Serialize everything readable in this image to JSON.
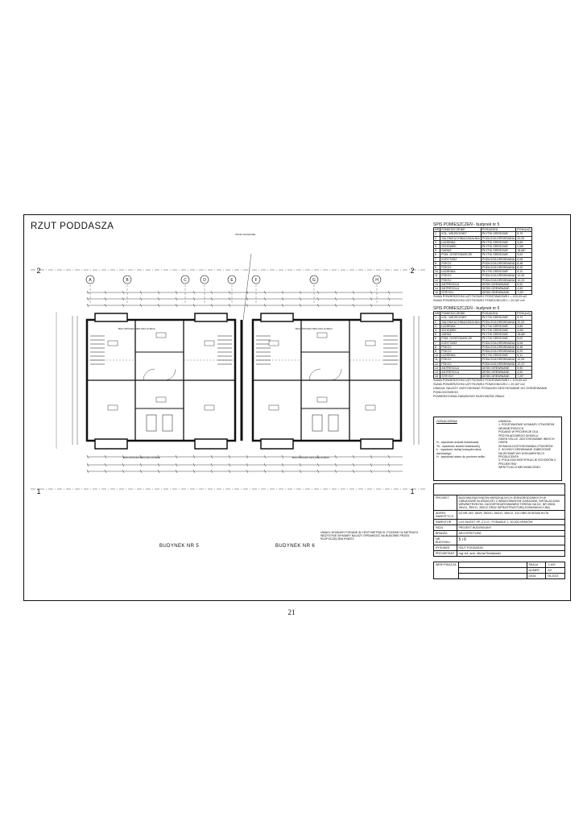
{
  "sheet": {
    "title": "RZUT PODDASZA",
    "page_number": "21"
  },
  "plan": {
    "axes_top": [
      "A",
      "B",
      "C",
      "D",
      "E",
      "F",
      "G",
      "H"
    ],
    "sections": [
      "2",
      "1"
    ],
    "balconies": [
      "BALUSTRADA SZKLANA H=90cm",
      "BALUSTRADA SZKLANA H=90cm",
      "BALUSTRADA SZKLANA H=90cm",
      "BALUSTRADA SZKLANA H=90cm"
    ],
    "building_5": "BUDYNEK NR 5",
    "building_6": "BUDYNEK NR 6",
    "legend_note": "OKNO DACHOWE"
  },
  "table5": {
    "caption": "SPIS POMIESZCZEŃ - budynek nr 5",
    "headers": [
      "NR",
      "POMIESZCZENIE",
      "POSADZKA",
      "POW.[m2]"
    ],
    "rows": [
      [
        "1",
        "KOL. WEJSCIOWY",
        "PŁYTKI GRESOWE",
        "5,70"
      ],
      [
        "2",
        "SALON/KUCHNIA/JADALNIA",
        "PODŁOGA DREWNIANA",
        "32,53"
      ],
      [
        "3",
        "ŁAZIENKA",
        "PŁYTKI GRESOWE",
        "3,69"
      ],
      [
        "4",
        "SCHOWEK",
        "PŁYTKI GRESOWE",
        "2,06*"
      ],
      [
        "5",
        "GARAŻ",
        "PŁYTKI GRESOWE",
        "18,68*"
      ],
      [
        "6",
        "POM. GOSPODARCZE",
        "PŁYTKI GRESOWE",
        "5,02"
      ],
      [
        "7",
        "KORYTARZ",
        "PODŁOGA DREWNIANA",
        "5,08"
      ],
      [
        "8",
        "POKÓJ",
        "PODŁOGA DREWNIANA",
        "8,48"
      ],
      [
        "9",
        "POKÓJ",
        "PODŁOGA DREWNIANA",
        "8,20"
      ],
      [
        "10",
        "ŁAZIENKA",
        "PŁYTKI GRESOWE",
        "5,11"
      ],
      [
        "11",
        "POKÓJ",
        "PODŁOGA DREWNIANA",
        "12,05"
      ],
      [
        "12",
        "POKÓJ",
        "PODŁOGA DREWNIANA",
        "12,23"
      ],
      [
        "13",
        "ANTRESOLA",
        "DESKI DREWNIANE",
        "5,90"
      ],
      [
        "14",
        "ANTRESOLA",
        "DESKI DREWNIANE",
        "4,90"
      ],
      [
        "15",
        "STRYCH",
        "DESKI DREWNIANE",
        "7,20*"
      ]
    ],
    "sum1": "SUMA POWIERZCHNI UŻYTKOWEJ PODSTAWOWEJ = 103,03 m2",
    "sum2": "SUMA POWIERZCHNI UŻYTKOWEJ POMOCNICZEJ = 29,34* m2"
  },
  "table6": {
    "caption": "SPIS POMIESZCZEŃ - budynek nr 6",
    "headers": [
      "NR",
      "POMIESZCZENIE",
      "POSADZKA",
      "POW.[m2]"
    ],
    "rows": [
      [
        "1",
        "KOL. WEJSCIOWY",
        "PŁYTKI GRESOWE",
        "5,70"
      ],
      [
        "2",
        "SALON/KUCHNIA/JADALNIA",
        "PODŁOGA DREWNIANA",
        "32,53"
      ],
      [
        "3",
        "ŁAZIENKA",
        "PŁYTKI GRESOWE",
        "3,69"
      ],
      [
        "4",
        "SCHOWEK",
        "PŁYTKI GRESOWE",
        "2,06*"
      ],
      [
        "5",
        "GARAŻ",
        "PŁYTKI GRESOWE",
        "18,68*"
      ],
      [
        "6",
        "POM. GOSPODARCZE",
        "PŁYTKI GRESOWE",
        "5,02"
      ],
      [
        "7",
        "KORYTARZ",
        "PODŁOGA DREWNIANA",
        "5,08"
      ],
      [
        "8",
        "POKÓJ",
        "PODŁOGA DREWNIANA",
        "8,48"
      ],
      [
        "9",
        "POKÓJ",
        "PODŁOGA DREWNIANA",
        "8,20"
      ],
      [
        "10",
        "ŁAZIENKA",
        "PŁYTKI GRESOWE",
        "5,11"
      ],
      [
        "11",
        "POKÓJ",
        "PODŁOGA DREWNIANA",
        "12,05"
      ],
      [
        "12",
        "POKÓJ",
        "PODŁOGA DREWNIANA",
        "12,23"
      ],
      [
        "13",
        "ANTRESOLA",
        "DESKI DREWNIANE",
        "5,90"
      ],
      [
        "14",
        "ANTRESOLA",
        "DESKI DREWNIANE",
        "4,90"
      ],
      [
        "15",
        "STRYCH",
        "DESKI DREWNIANE",
        "7,20*"
      ]
    ],
    "sum1": "SUMA POWIERZCHNI UŻYTKOWEJ PODSTAWOWEJ = 103,03 m2",
    "sum2": "SUMA POWIERZCHNI UŻYTKOWEJ POMOCNICZEJ = 29,34* m2",
    "note": "UWAGA: NALEŻY ZASTOSOWAĆ POSADZKI DEDYKOWANE DO OGRZEWANIA PODŁOGOWEGO",
    "area": "POWIERZCHNIA ZABUDOWY BUDYNKÓW 250m2"
  },
  "legend": {
    "title": "OZNACZENIA",
    "items": [
      "N - wysokość ścianki kolankowej",
      "Tk - wysokość ścianki kolankowej",
      "Ł - wysokość dolnej krawędzi okna dachowego",
      "H - wysokość stanu do poziomu sufitu"
    ],
    "notes_title": "UWAGA:",
    "notes": [
      "1. PODSTAWOWE WYMIARY OTWORÓW WEWNĘTRZNYCH",
      "PODANO W PROJEKCIE DLA PRZYKŁADOWEGO MODELU",
      "OKIEN VELUX. ZASTOSOWANIE INNYCH OKIEN",
      "WYMAGA DOSTOSOWANIA OTWORÓW",
      "2. SCHODY DREWNIANE ZABIEGOWE",
      "NA WYMIAR WG DOKUMENTACJI PRODUCENTA",
      "3. PODŁOGA MODYFIKACJE SCHODÓW Z PROJEKTEM",
      "WENTYLACJI MECHANICZNEJ"
    ]
  },
  "titleblock": {
    "project_label": "PROJEKT",
    "project_text": "BUDOWA BUDYNKÓW MIESZKALNYCH JEDNORODZINNYCH W ZABUDOWIE BLIŹNIACZEJ Z WBUDOWANYMI GARAŻAMI, INSTALACJAMI WEWNĘTRZNYMI, ZAGOSPODAROWANIEM TERENU NA DZ. NR 350/8, 350/11, 350/11, 350/12 ORAZ INFRASTRUKTURĄ KOMUNIKACYJNĄ",
    "address_label": "ADRES INWESTYCJI",
    "address_text": "DZ.NR 349, 350/9, 350/10, 350/11, 350/12, 314 OBR.28 NOWA HUTA",
    "investor_label": "INWESTOR",
    "investor_text": "LUX INVEST SP. Z O.O., PODWALE 1, 30-000 KRAKÓW",
    "stage_label": "FAZA",
    "stage_text": "PROJEKT BUDOWLANY",
    "branch_label": "BRANŻA",
    "branch_text": "ARCHITEKTURA",
    "building_label": "NR BUDYNKU",
    "building_text": "5 i 6",
    "drawing_label": "RYSUNEK",
    "drawing_text": "RZUT PODDASZA",
    "designer_label": "PROJEKTANT",
    "designer_text": "mgr inż. arch. Michał Śmiałowski",
    "verifier_label": "WERYFIKACJA",
    "scale_label": "SKALA",
    "scale_value": "1:100",
    "number_label": "NUMER",
    "number_value": "A3",
    "date_label": "DATA",
    "date_value": "05.2023"
  },
  "remarks": "UWAGI: WYMIARY PODANE W CENTYMETRACH, POZIOMY W METRACH. WSZYSTKIE WYMIARY NALEŻY SPRAWDZIĆ NA BUDOWIE PRZED ROZPOCZĘCIEM ROBÓT."
}
